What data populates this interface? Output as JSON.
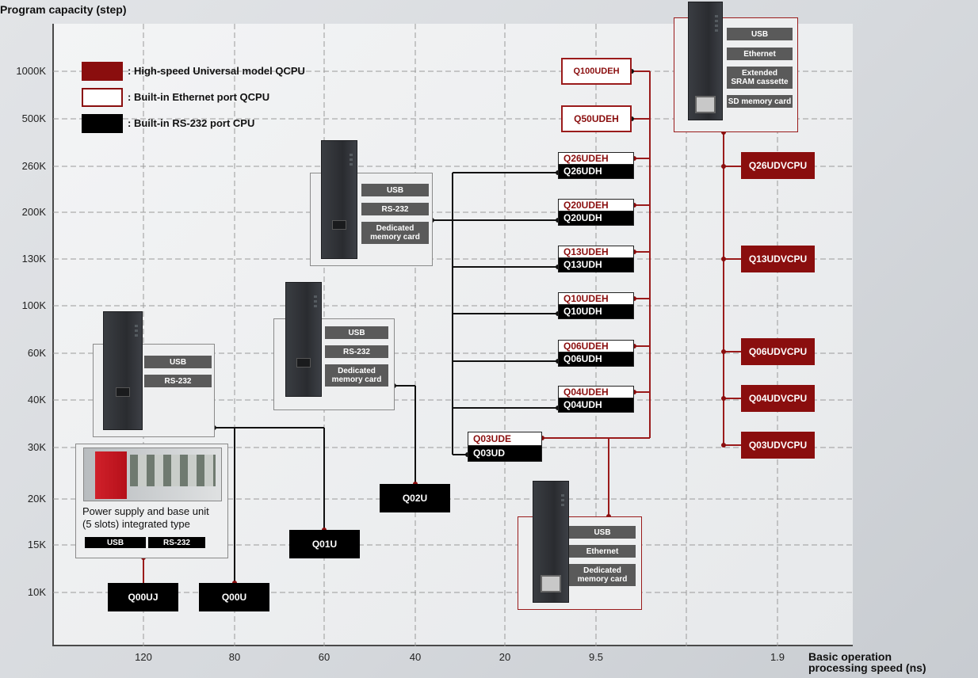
{
  "axes": {
    "y_title": "Program capacity (step)",
    "x_title_line1": "Basic operation",
    "x_title_line2": "processing speed (ns)",
    "y_labels": [
      "1000K",
      "500K",
      "260K",
      "200K",
      "130K",
      "100K",
      "60K",
      "40K",
      "30K",
      "20K",
      "15K",
      "10K"
    ],
    "x_labels": [
      "120",
      "80",
      "60",
      "40",
      "20",
      "9.5",
      "1.9"
    ]
  },
  "legend": [
    {
      "text": ": High-speed Universal model QCPU",
      "color": "#8a0e0e"
    },
    {
      "text": ": Built-in Ethernet port QCPU",
      "color": "#ffffff"
    },
    {
      "text": ": Built-in RS-232 port CPU",
      "color": "#000000"
    }
  ],
  "features": {
    "usb": "USB",
    "rs232": "RS-232",
    "ethernet": "Ethernet",
    "dedicated_l1": "Dedicated",
    "dedicated_l2": "memory card",
    "ext_l1": "Extended",
    "ext_l2": "SRAM cassette",
    "sd": "SD memory card"
  },
  "psu_text_l1": "Power supply and base unit",
  "psu_text_l2": "(5 slots) integrated type",
  "cpus": {
    "q100udeh": "Q100UDEH",
    "q50udeh": "Q50UDEH",
    "pairs": [
      {
        "top": "Q26UDEH",
        "bottom": "Q26UDH"
      },
      {
        "top": "Q20UDEH",
        "bottom": "Q20UDH"
      },
      {
        "top": "Q13UDEH",
        "bottom": "Q13UDH"
      },
      {
        "top": "Q10UDEH",
        "bottom": "Q10UDH"
      },
      {
        "top": "Q06UDEH",
        "bottom": "Q06UDH"
      },
      {
        "top": "Q04UDEH",
        "bottom": "Q04UDH"
      }
    ],
    "q03pair": {
      "top": "Q03UDE",
      "bottom": "Q03UD"
    },
    "udv": [
      "Q26UDVCPU",
      "Q13UDVCPU",
      "Q06UDVCPU",
      "Q04UDVCPU",
      "Q03UDVCPU"
    ],
    "q02u": "Q02U",
    "q01u": "Q01U",
    "q00uj": "Q00UJ",
    "q00u": "Q00U"
  },
  "colors": {
    "red": "#8a0e0e",
    "black": "#000000",
    "grid": "#9a9a9a"
  }
}
